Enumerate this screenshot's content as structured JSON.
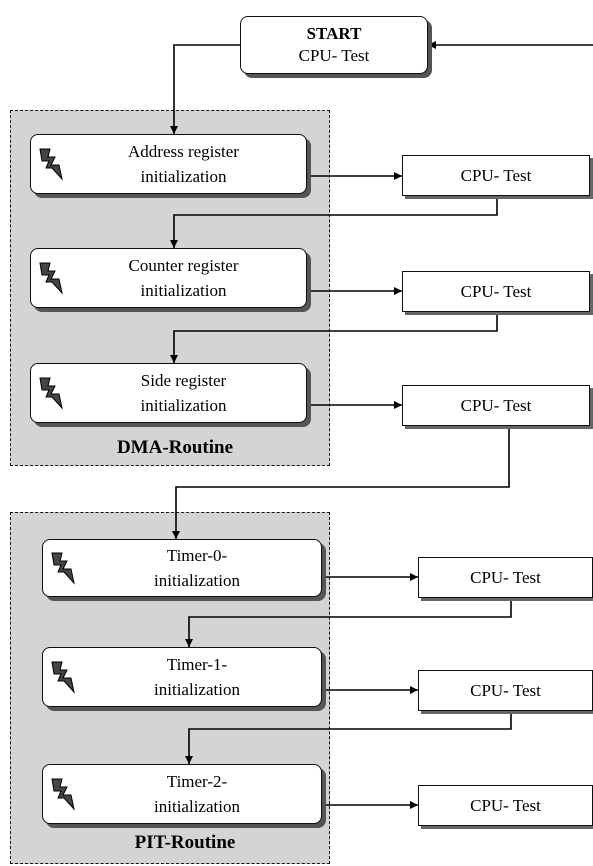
{
  "start": {
    "title": "START",
    "subtitle": "CPU- Test"
  },
  "groups": {
    "dma": {
      "title": "DMA-Routine",
      "steps": [
        {
          "line1": "Address register",
          "line2": "initialization"
        },
        {
          "line1": "Counter register",
          "line2": "initialization"
        },
        {
          "line1": "Side register",
          "line2": "initialization"
        }
      ]
    },
    "pit": {
      "title": "PIT-Routine",
      "steps": [
        {
          "line1": "Timer-0-",
          "line2": "initialization"
        },
        {
          "line1": "Timer-1-",
          "line2": "initialization"
        },
        {
          "line1": "Timer-2-",
          "line2": "initialization"
        }
      ]
    }
  },
  "cpu_test_label": "CPU- Test",
  "icon_name": "lightning-bolt-icon"
}
